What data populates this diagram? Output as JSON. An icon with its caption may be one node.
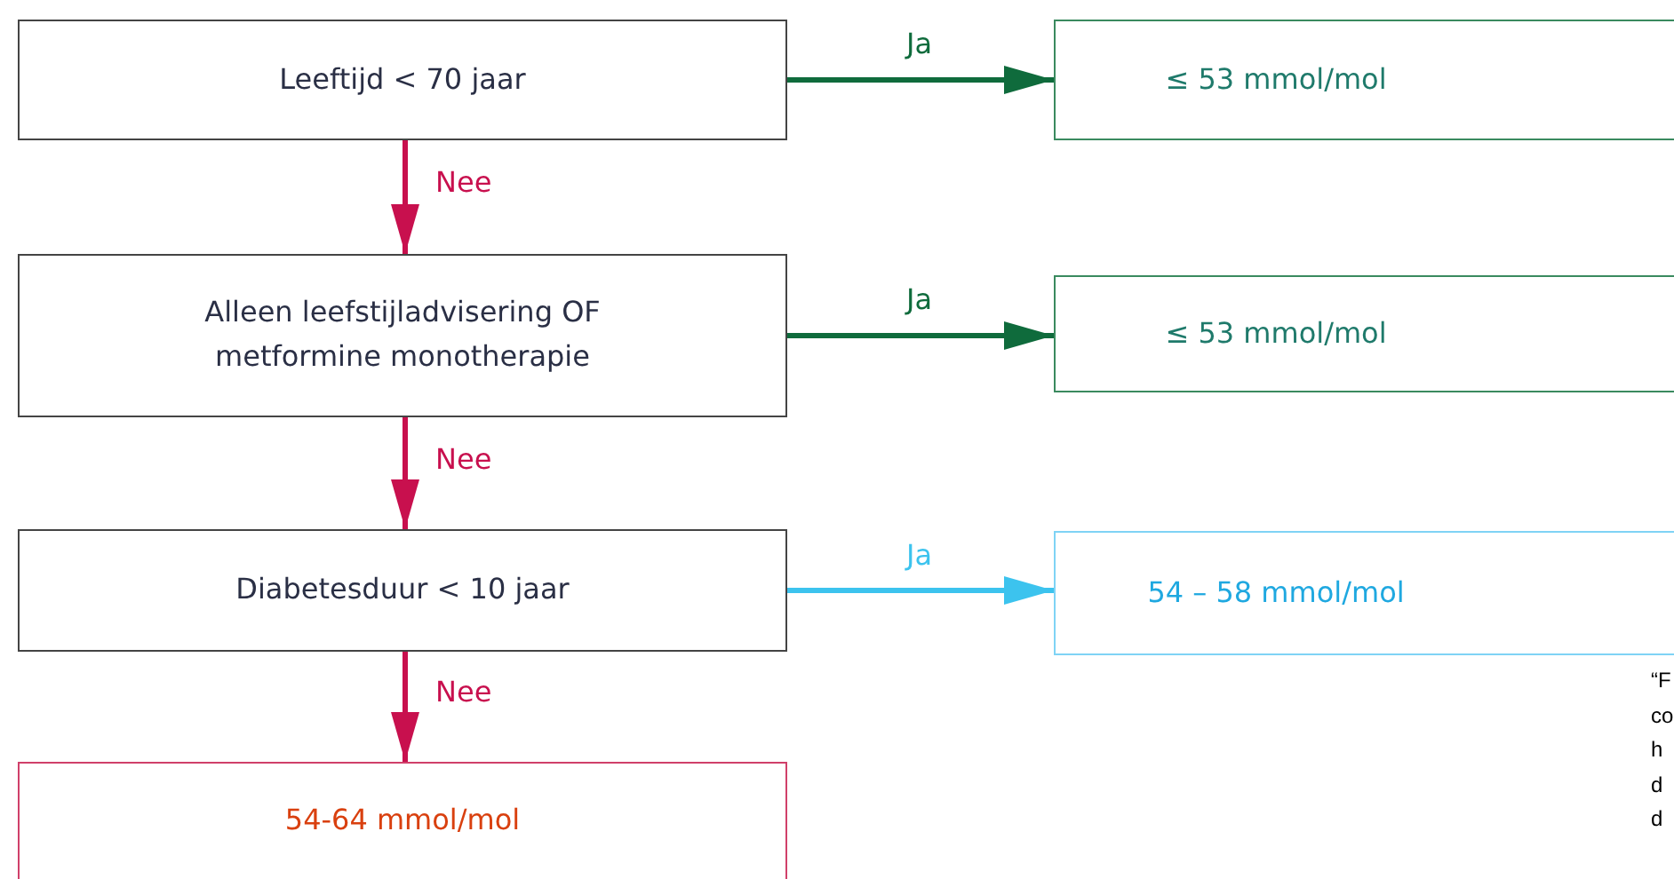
{
  "diagram": {
    "nodes": [
      {
        "text": [
          "Leeftijd < 70 jaar"
        ]
      },
      {
        "text": [
          "≤ 53 mmol/mol"
        ]
      },
      {
        "text": [
          "Alleen leefstijladvisering OF metformine monotherapie"
        ]
      },
      {
        "text": [
          "≤ 53 mmol/mol"
        ]
      },
      {
        "text": [
          "Diabetesduur < 10 jaar"
        ]
      },
      {
        "text": [
          "54 – 58 mmol/mol"
        ]
      },
      {
        "text": [
          "54-64 mmol/mol"
        ]
      }
    ],
    "edges": [
      {
        "from": 0,
        "to": 1,
        "arrow": "to",
        "label": "Ja",
        "color": "#0f6b3c"
      },
      {
        "from": 0,
        "to": 2,
        "arrow": "to",
        "label": "Nee"
      },
      {
        "from": 2,
        "to": 3,
        "arrow": "to",
        "label": "Ja",
        "color": "#0f6b3c"
      },
      {
        "from": 2,
        "to": 4,
        "arrow": "to",
        "label": "Nee"
      },
      {
        "from": 4,
        "to": 5,
        "arrow": "to",
        "label": "Ja",
        "color": "#3cc3ee"
      },
      {
        "from": 4,
        "to": 6,
        "arrow": "to",
        "label": "Nee"
      }
    ],
    "labels": [
      "“F",
      "co",
      "h",
      "d",
      "d"
    ]
  }
}
